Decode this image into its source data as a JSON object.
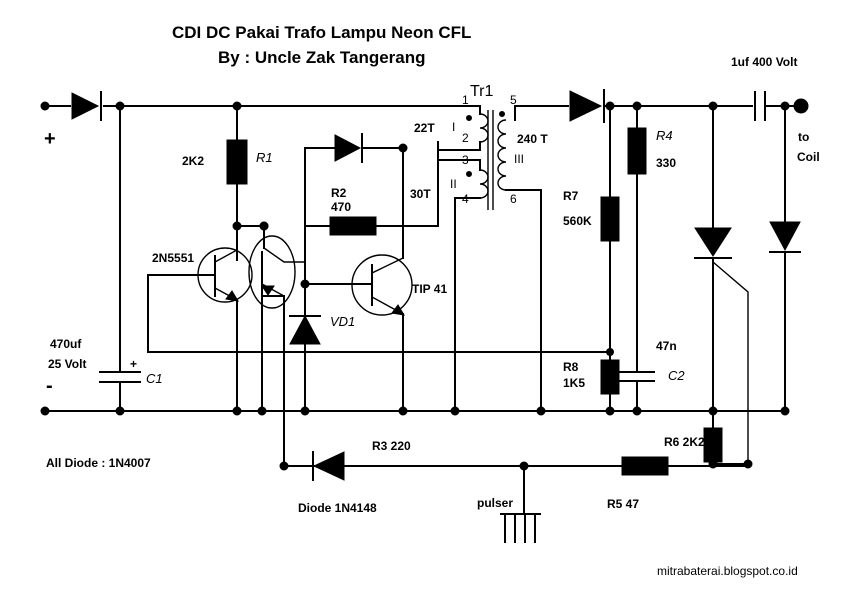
{
  "title_line1": "CDI DC Pakai Trafo Lampu Neon CFL",
  "title_line2": "By : Uncle Zak Tangerang",
  "polarity_plus": "+",
  "polarity_minus": "-",
  "transformer": {
    "name": "Tr1",
    "p1": "1",
    "p2": "2",
    "p3": "3",
    "p4": "4",
    "p5": "5",
    "p6": "6",
    "winding1": "I",
    "winding2": "II",
    "winding3": "III",
    "turns1": "22T",
    "turns2": "30T",
    "turns3": "240 T"
  },
  "r1": {
    "ref": "R1",
    "value": "2K2"
  },
  "r2": {
    "ref": "R2",
    "value": "470"
  },
  "r4": {
    "ref": "R4",
    "value": "330"
  },
  "r7": {
    "ref": "R7",
    "value": "560K"
  },
  "r8": {
    "ref": "R8",
    "value": "1K5"
  },
  "r3": {
    "label": "R3 220"
  },
  "r5": {
    "label": "R5 47"
  },
  "r6": {
    "label": "R6 2K2"
  },
  "c1": {
    "ref": "C1",
    "value1": "470uf",
    "value2": "25 Volt",
    "plus": "+"
  },
  "c2": {
    "ref": "C2",
    "value": "47n"
  },
  "c_out": {
    "label": "1uf 400 Volt"
  },
  "q1": {
    "label": "2N5551"
  },
  "q2": {
    "label": "TIP 41"
  },
  "vd1": {
    "label": "VD1"
  },
  "diode_note": "All Diode : 1N4007",
  "diode_small": "Diode 1N4148",
  "pulser": "pulser",
  "coil_to": "to",
  "coil": "Coil",
  "website": "mitrabaterai.blogspot.co.id"
}
